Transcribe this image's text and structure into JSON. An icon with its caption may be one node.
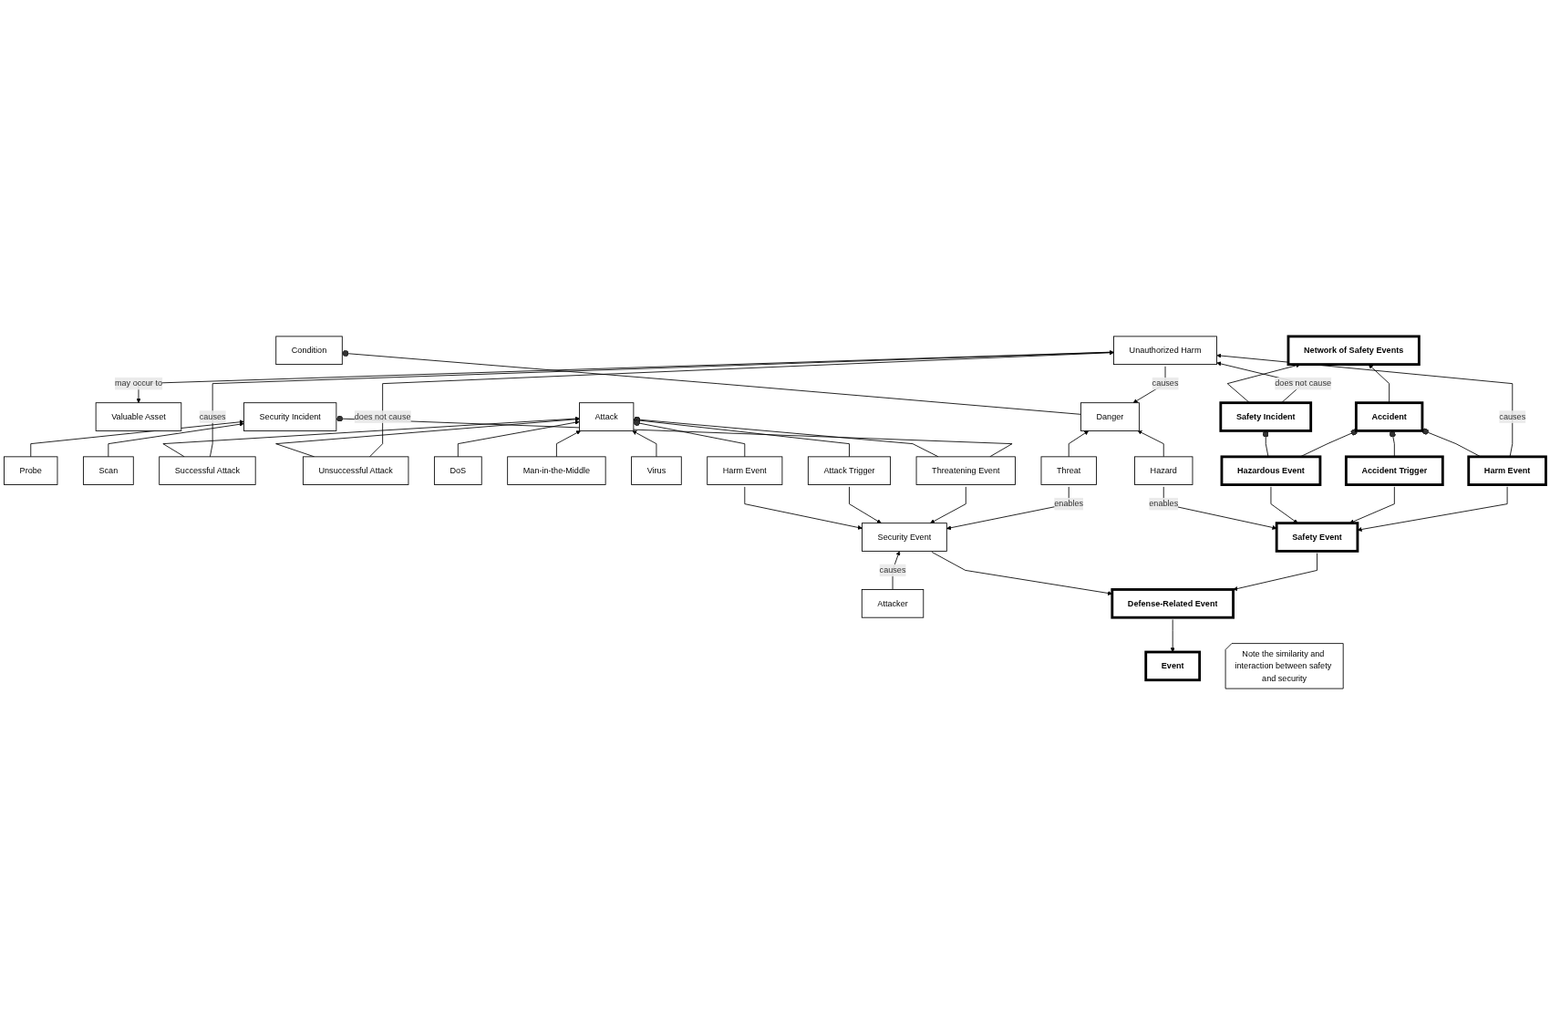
{
  "diagram": {
    "nodes": [
      {
        "text": [
          "Unauthorized Harm"
        ]
      },
      {
        "text": [
          "Valuable Asset"
        ]
      },
      {
        "text": [
          "Network of Safety Events"
        ]
      },
      {
        "text": [
          "Accident"
        ]
      },
      {
        "text": [
          "Safety Incident"
        ]
      },
      {
        "text": [
          "Condition"
        ]
      },
      {
        "text": [
          "Danger"
        ]
      },
      {
        "text": [
          "Probe"
        ]
      },
      {
        "text": [
          "Scan"
        ]
      },
      {
        "text": [
          "Successful Attack"
        ]
      },
      {
        "text": [
          "Unsuccessful Attack"
        ]
      },
      {
        "text": [
          "DoS"
        ]
      },
      {
        "text": [
          "Man-in-the-Middle"
        ]
      },
      {
        "text": [
          "Virus"
        ]
      },
      {
        "text": [
          "Security Incident"
        ]
      },
      {
        "text": [
          "Attack"
        ]
      },
      {
        "text": [
          "Hazard"
        ]
      },
      {
        "text": [
          "Threat"
        ]
      },
      {
        "text": [
          "Harm Event"
        ]
      },
      {
        "text": [
          "Accident Trigger"
        ]
      },
      {
        "text": [
          "Hazardous Event"
        ]
      },
      {
        "text": [
          "Threatening Event"
        ]
      },
      {
        "text": [
          "Attack Trigger"
        ]
      },
      {
        "text": [
          "Harm Event"
        ]
      },
      {
        "text": [
          "Safety Event"
        ]
      },
      {
        "text": [
          "Security Event"
        ]
      },
      {
        "text": [
          "Attacker"
        ]
      },
      {
        "text": [
          "Defense-Related Event"
        ]
      },
      {
        "text": [
          "Event"
        ]
      },
      {
        "text": [
          "Note the similarity and interaction between safety and security"
        ]
      }
    ],
    "edges": [
      {
        "from": 18,
        "to": 0,
        "arrow": "to",
        "label": "causes"
      },
      {
        "from": 4,
        "to": 0,
        "arrow": "to",
        "label": "does not cause"
      },
      {
        "from": 0,
        "to": 1,
        "arrow": "to",
        "label": "may occur to"
      },
      {
        "from": 0,
        "to": 6,
        "arrow": "to",
        "label": "causes"
      },
      {
        "from": 9,
        "to": 0,
        "arrow": "to",
        "label": "causes"
      },
      {
        "from": 10,
        "to": 0,
        "arrow": "to",
        "label": "does not cause"
      },
      {
        "from": 3,
        "to": 2,
        "arrow": "to"
      },
      {
        "from": 4,
        "to": 2,
        "arrow": "to"
      },
      {
        "from": 18,
        "to": 3,
        "arrow": "other"
      },
      {
        "from": 19,
        "to": 3,
        "arrow": "other"
      },
      {
        "from": 20,
        "to": 3,
        "arrow": "other"
      },
      {
        "from": 20,
        "to": 4,
        "arrow": "other"
      },
      {
        "from": 6,
        "to": 5,
        "arrow": "other"
      },
      {
        "from": 16,
        "to": 6,
        "arrow": "to"
      },
      {
        "from": 17,
        "to": 6,
        "arrow": "to"
      },
      {
        "from": 7,
        "to": 14,
        "arrow": "to"
      },
      {
        "from": 8,
        "to": 14,
        "arrow": "to"
      },
      {
        "from": 9,
        "to": 15,
        "arrow": "to"
      },
      {
        "from": 10,
        "to": 15,
        "arrow": "to"
      },
      {
        "from": 11,
        "to": 15,
        "arrow": "to"
      },
      {
        "from": 12,
        "to": 15,
        "arrow": "to"
      },
      {
        "from": 13,
        "to": 15,
        "arrow": "to"
      },
      {
        "from": 21,
        "to": 14,
        "arrow": "other"
      },
      {
        "from": 21,
        "to": 15,
        "arrow": "other"
      },
      {
        "from": 22,
        "to": 15,
        "arrow": "other"
      },
      {
        "from": 23,
        "to": 15,
        "arrow": "other"
      },
      {
        "from": 18,
        "to": 24,
        "arrow": "to"
      },
      {
        "from": 19,
        "to": 24,
        "arrow": "to"
      },
      {
        "from": 20,
        "to": 24,
        "arrow": "to"
      },
      {
        "from": 16,
        "to": 24,
        "arrow": "to",
        "label": "enables"
      },
      {
        "from": 17,
        "to": 25,
        "arrow": "to",
        "label": "enables"
      },
      {
        "from": 21,
        "to": 25,
        "arrow": "to"
      },
      {
        "from": 22,
        "to": 25,
        "arrow": "to"
      },
      {
        "from": 23,
        "to": 25,
        "arrow": "to"
      },
      {
        "from": 26,
        "to": 25,
        "arrow": "to",
        "label": "causes"
      },
      {
        "from": 24,
        "to": 27,
        "arrow": "to"
      },
      {
        "from": 25,
        "to": 27,
        "arrow": "to"
      },
      {
        "from": 27,
        "to": 28,
        "arrow": "to"
      }
    ]
  }
}
